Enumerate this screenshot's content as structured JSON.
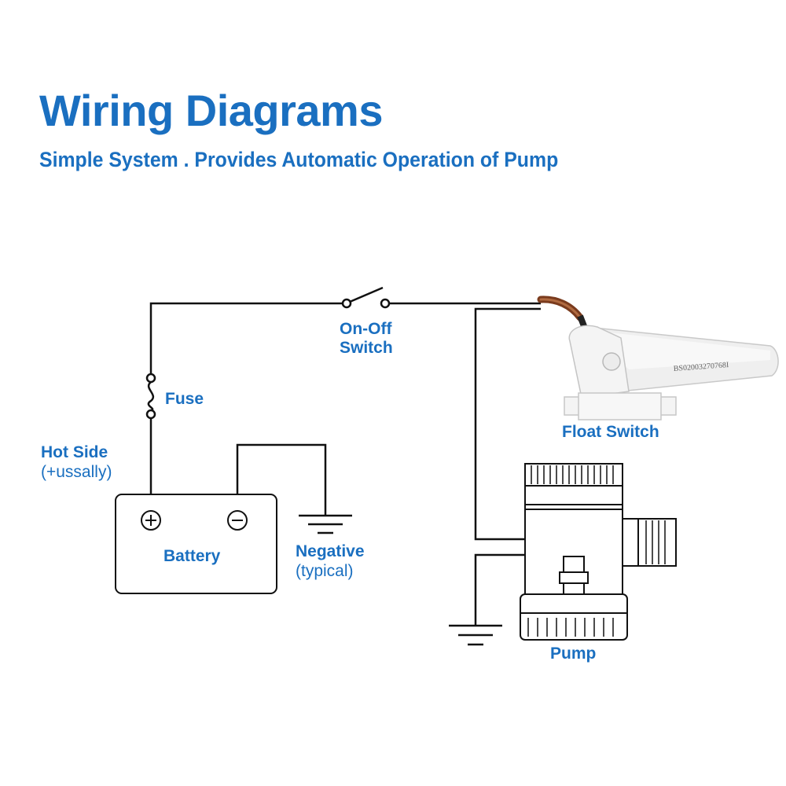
{
  "header": {
    "title": "Wiring Diagrams",
    "subtitle": "Simple System . Provides Automatic Operation of Pump"
  },
  "labels": {
    "switch_line1": "On-Off",
    "switch_line2": "Switch",
    "fuse": "Fuse",
    "hot_side": "Hot Side",
    "hot_side_note": "(+ussally)",
    "battery": "Battery",
    "negative": "Negative",
    "negative_note": "(typical)",
    "float_switch": "Float Switch",
    "pump": "Pump",
    "float_switch_marking": "BS02003270768I"
  },
  "colors": {
    "accent": "#1a6fc0",
    "wire": "#111111",
    "device": "#f2f2f2",
    "cable": "#7a3b1d"
  }
}
